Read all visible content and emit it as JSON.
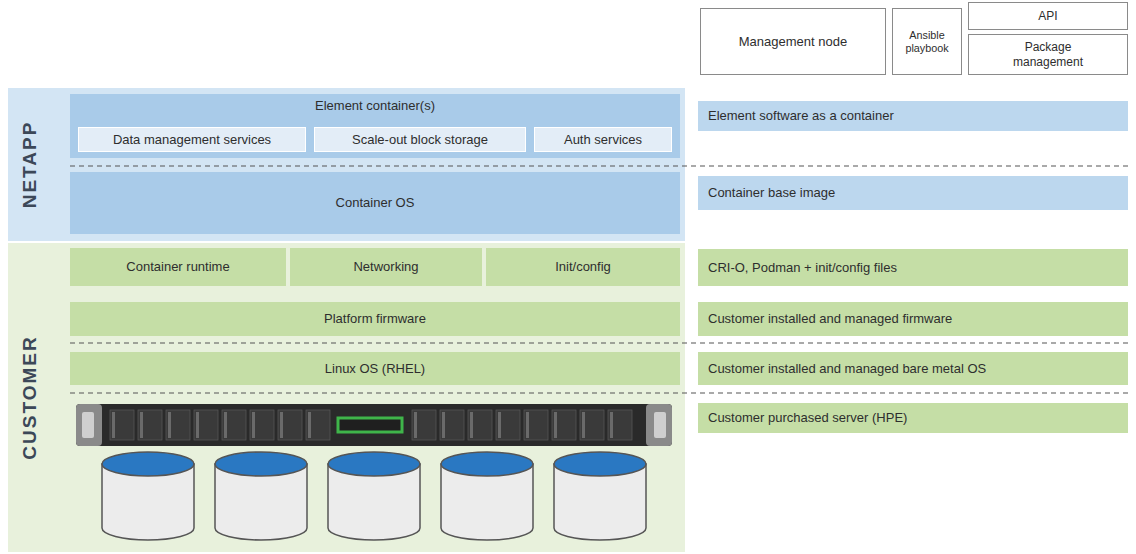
{
  "diagram": {
    "nodes": [
      {
        "text": [
          "Management node"
        ]
      },
      {
        "text": [
          "Ansible playbook"
        ]
      },
      {
        "text": [
          "API"
        ]
      },
      {
        "text": [
          "Package management"
        ]
      },
      {
        "text": [
          "NETAPP"
        ]
      },
      {
        "text": [
          "Element container(s)"
        ],
        "in": 4
      },
      {
        "text": [
          "Data management services"
        ],
        "in": 5
      },
      {
        "text": [
          "Scale-out block storage"
        ],
        "in": 5
      },
      {
        "text": [
          "Auth services"
        ],
        "in": 5
      },
      {
        "text": [
          "Container OS"
        ],
        "in": 4
      },
      {
        "text": [
          "Element software as a container"
        ]
      },
      {
        "text": [
          "Container base image"
        ]
      },
      {
        "text": [
          "CUSTOMER"
        ]
      },
      {
        "text": [
          "Container runtime"
        ],
        "in": 12
      },
      {
        "text": [
          "Networking"
        ],
        "in": 12
      },
      {
        "text": [
          "Init/config"
        ],
        "in": 12
      },
      {
        "text": [
          "Platform firmware"
        ],
        "in": 12
      },
      {
        "text": [
          "Linux OS (RHEL)"
        ],
        "in": 12
      },
      {
        "text": [
          "CRI-O, Podman + init/config files"
        ]
      },
      {
        "text": [
          "Customer installed and managed firmware"
        ]
      },
      {
        "text": [
          "Customer installed and managed bare metal OS"
        ]
      },
      {
        "text": [
          "Customer purchased server (HPE)"
        ]
      }
    ]
  }
}
